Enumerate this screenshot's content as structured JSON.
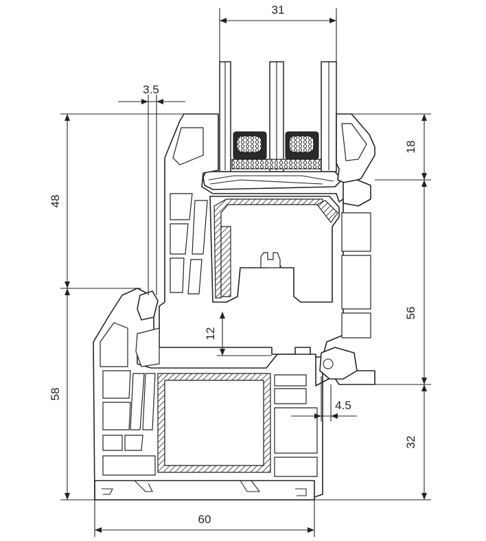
{
  "dimensions": {
    "glass_width": "31",
    "gap_top": "3.5",
    "sash_height": "48",
    "frame_height": "58",
    "bead_height": "18",
    "sash_right_height": "56",
    "rebate_depth": "12",
    "frame_right_height": "32",
    "overlap": "4.5",
    "frame_width": "60"
  },
  "colors": {
    "line": "#222222",
    "background": "#ffffff"
  }
}
